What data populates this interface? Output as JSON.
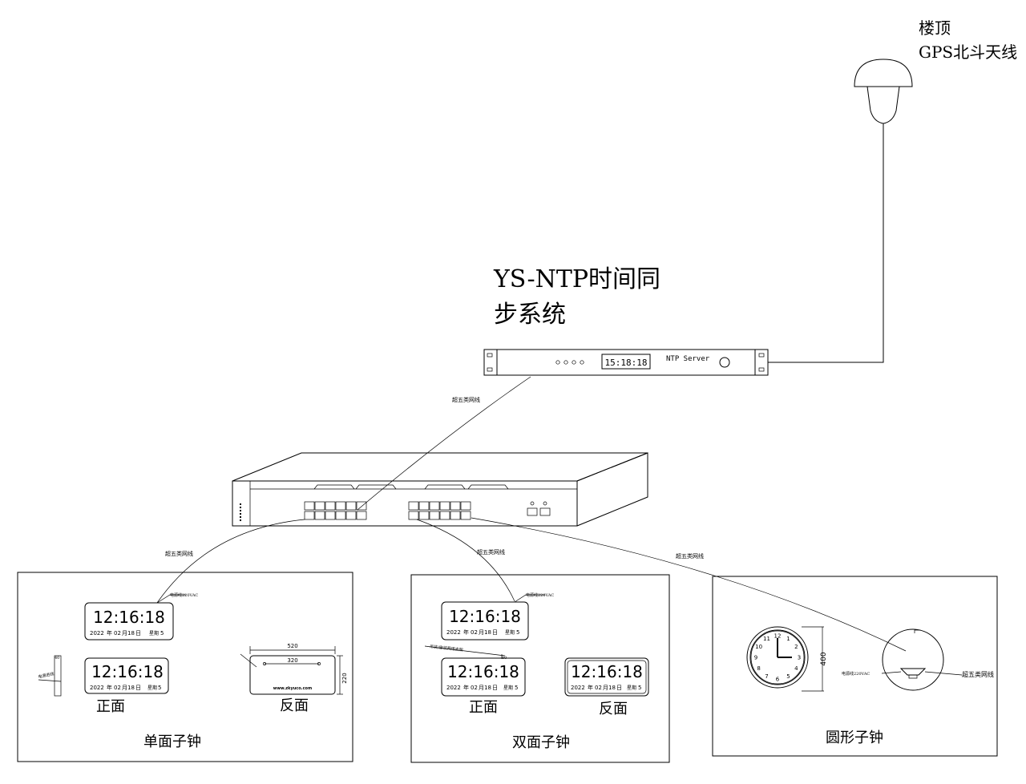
{
  "antenna": {
    "line1": "楼顶",
    "line2": "GPS北斗天线"
  },
  "system": {
    "title_line1": "YS-NTP时间同",
    "title_line2": "步系统"
  },
  "ntp_server": {
    "time": "15:18:18",
    "label": "NTP Server"
  },
  "cables": {
    "server_to_switch": "超五类网线",
    "switch_to_single": "超五类网线",
    "switch_to_double": "超五类网线",
    "switch_to_round": "超五类网线",
    "round_side": "超五类网线"
  },
  "clock_display": {
    "time": "12:16:18",
    "year": "2022",
    "month": "02",
    "day": "18",
    "weekday_label": "星期",
    "weekday_num": "5",
    "year_char": "年",
    "month_char": "月",
    "day_char": "日"
  },
  "power_label": "电源线220VAC",
  "single_panel": {
    "front_label": "正面",
    "back_label": "反面",
    "title": "单面子钟",
    "dim_width": "520",
    "dim_inner": "320",
    "dim_height": "220",
    "dim_side": "40",
    "website": "www.zkyuco.com",
    "side_text": "电源进线"
  },
  "double_panel": {
    "front_label": "正面",
    "back_label": "反面",
    "title": "双面子钟",
    "side_text": "吊装/座装两用支架",
    "side_dim": "80"
  },
  "round_panel": {
    "title": "圆形子钟",
    "dim": "400",
    "power_text": "电源线220VAC",
    "dial_numbers": [
      "12",
      "1",
      "2",
      "3",
      "4",
      "5",
      "6",
      "7",
      "8",
      "9",
      "10",
      "11"
    ]
  }
}
